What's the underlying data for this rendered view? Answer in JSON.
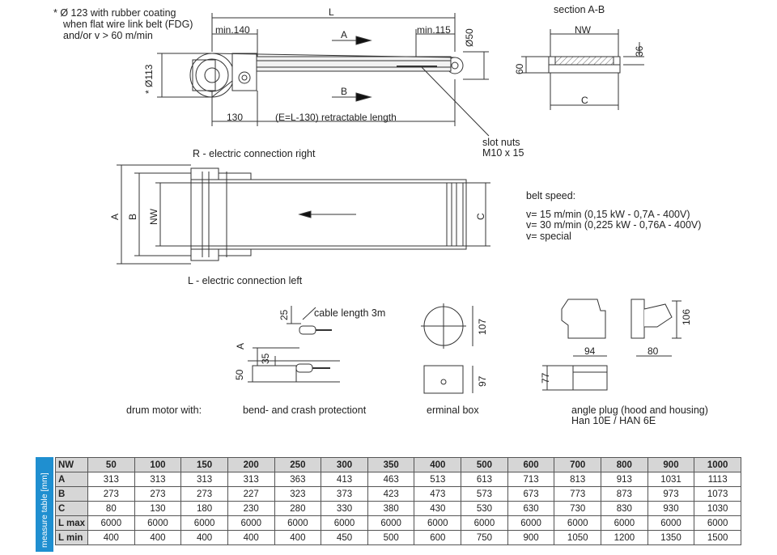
{
  "notes": {
    "drum_note_line1": "* Ø 123 with rubber coating",
    "drum_note_line2": "when flat wire link belt (FDG)",
    "drum_note_line3": "and/or v > 60 m/min",
    "section_title": "section A-B",
    "slot_nuts_line1": "slot nuts",
    "slot_nuts_line2": "M10 x 15",
    "conn_right": "R - electric connection right",
    "conn_left": "L - electric connection left",
    "belt_speed_title": "belt speed:",
    "speed_1": "v= 15 m/min (0,15 kW - 0,7A - 400V)",
    "speed_2": "v= 30 m/min (0,225 kW - 0,76A - 400V)",
    "speed_3": "v= special",
    "cable_length": "cable length 3m",
    "cap_drum": "drum motor with:",
    "cap_bend": "bend- and crash protectiont",
    "cap_terminal": "erminal box",
    "cap_plug_1": "angle plug (hood and housing)",
    "cap_plug_2": "Han 10E / HAN 6E"
  },
  "dims": {
    "L": "L",
    "min140": "min.140",
    "min115": "min.115",
    "A": "A",
    "B": "B",
    "d50": "Ø50",
    "d113": "* Ø113",
    "d130": "130",
    "retract": "(E=L-130) retractable length",
    "NW": "NW",
    "d36": "36",
    "d60": "60",
    "C": "C",
    "pA": "A",
    "pB": "B",
    "pNW": "NW",
    "pC": "C",
    "d25": "25",
    "dA2": "A",
    "d35": "35",
    "d50b": "50",
    "d107": "107",
    "d97": "97",
    "d106": "106",
    "d94": "94",
    "d80": "80",
    "d77": "77"
  },
  "table": {
    "side_label": "measure table [mm]",
    "header_label": "NW",
    "columns": [
      "50",
      "100",
      "150",
      "200",
      "250",
      "300",
      "350",
      "400",
      "500",
      "600",
      "700",
      "800",
      "900",
      "1000"
    ],
    "rows": [
      {
        "label": "A",
        "values": [
          "313",
          "313",
          "313",
          "313",
          "363",
          "413",
          "463",
          "513",
          "613",
          "713",
          "813",
          "913",
          "1031",
          "1113"
        ]
      },
      {
        "label": "B",
        "values": [
          "273",
          "273",
          "273",
          "227",
          "323",
          "373",
          "423",
          "473",
          "573",
          "673",
          "773",
          "873",
          "973",
          "1073"
        ]
      },
      {
        "label": "C",
        "values": [
          "80",
          "130",
          "180",
          "230",
          "280",
          "330",
          "380",
          "430",
          "530",
          "630",
          "730",
          "830",
          "930",
          "1030"
        ]
      },
      {
        "label": "L max",
        "values": [
          "6000",
          "6000",
          "6000",
          "6000",
          "6000",
          "6000",
          "6000",
          "6000",
          "6000",
          "6000",
          "6000",
          "6000",
          "6000",
          "6000"
        ]
      },
      {
        "label": "L min",
        "values": [
          "400",
          "400",
          "400",
          "400",
          "400",
          "450",
          "500",
          "600",
          "750",
          "900",
          "1050",
          "1200",
          "1350",
          "1500"
        ]
      }
    ]
  }
}
